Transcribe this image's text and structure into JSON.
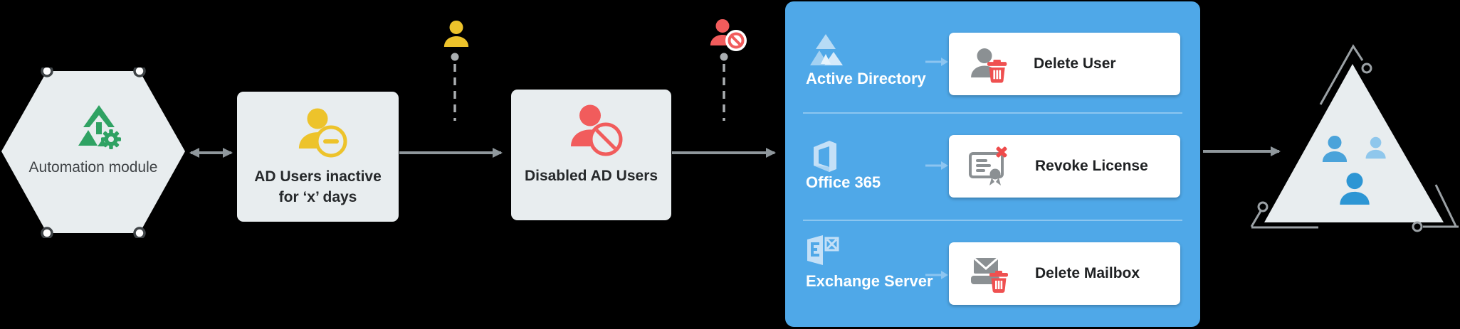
{
  "hexagon": {
    "label": "Automation module"
  },
  "inactive_box": {
    "line1": "AD Users inactive",
    "line2": "for ‘x’ days"
  },
  "disabled_box": {
    "label": "Disabled AD Users"
  },
  "panel": {
    "rows": [
      {
        "service": "Active Directory",
        "action": "Delete User",
        "service_icon": "active-directory-icon",
        "action_icon": "delete-user-icon"
      },
      {
        "service": "Office 365",
        "action": "Revoke License",
        "service_icon": "office-365-icon",
        "action_icon": "revoke-license-icon"
      },
      {
        "service": "Exchange Server",
        "action": "Delete Mailbox",
        "service_icon": "exchange-server-icon",
        "action_icon": "delete-mailbox-icon"
      }
    ]
  },
  "colors": {
    "panel_blue": "#4fa8e8",
    "node_gray": "#e8edef",
    "accent_yellow": "#edc32b",
    "accent_red": "#f15c5c",
    "accent_green": "#2fa263",
    "arrow_gray": "#8f979c",
    "icon_gray": "#8b9093",
    "user_blue_dark": "#2d96d4",
    "user_blue_mid": "#4aa3da",
    "user_blue_light": "#8fc7ec"
  }
}
